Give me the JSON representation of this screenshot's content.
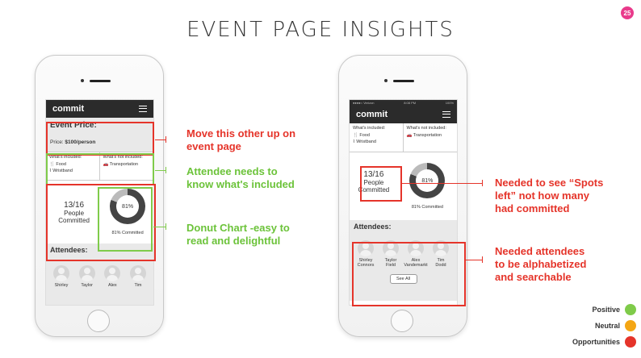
{
  "slide": {
    "title": "EVENT PAGE INSIGHTS",
    "page_number": "25"
  },
  "left_phone": {
    "app_name": "commit",
    "event_price_heading": "Event Price:",
    "price_label": "Price: ",
    "price_value": "$100/person",
    "included_heading": "What's included:",
    "included_items": [
      "Food",
      "Wristband"
    ],
    "not_included_heading": "What's not included:",
    "not_included_items": [
      "Transportation"
    ],
    "committed_count": "13/16",
    "committed_label_1": "People",
    "committed_label_2": "Committed",
    "donut_value": "81%",
    "donut_fraction": 0.81,
    "donut_caption": "81% Committed",
    "attendees_heading": "Attendees:",
    "attendee_names": [
      "Shirley",
      "Taylor",
      "Alex",
      "Tim"
    ]
  },
  "right_phone": {
    "app_name": "commit",
    "status_carrier": "●●●●○ Verizon",
    "status_time": "8:08 PM",
    "status_battery": "100%",
    "included_heading": "What's included:",
    "included_items": [
      "Food",
      "Wristband"
    ],
    "not_included_heading": "What's not included:",
    "not_included_items": [
      "Transportation"
    ],
    "committed_count": "13/16",
    "committed_label_1": "People",
    "committed_label_2": "Committed",
    "donut_value": "81%",
    "donut_fraction": 0.81,
    "donut_caption": "81% Committed",
    "attendees_heading": "Attendees:",
    "attendees": [
      {
        "first": "Shirley",
        "last": "Connors"
      },
      {
        "first": "Taylor",
        "last": "Field"
      },
      {
        "first": "Alex",
        "last": "Vandemarkt"
      },
      {
        "first": "Tim",
        "last": "Dodd"
      }
    ],
    "see_all_label": "See All"
  },
  "annotations": {
    "move_price": [
      "Move this other up on",
      "event page"
    ],
    "attendee_included": [
      "Attendee needs to",
      "know what's included"
    ],
    "donut_chart": [
      "Donut Chart -easy to",
      "read and delightful"
    ],
    "spots_left": [
      "Needed to see “Spots",
      "left” not how many",
      "had committed"
    ],
    "alphabetized": [
      "Needed attendees",
      "to be alphabetized",
      "and searchable"
    ]
  },
  "legend": [
    {
      "label": "Positive",
      "color": "#7fcb4a"
    },
    {
      "label": "Neutral",
      "color": "#f4a614"
    },
    {
      "label": "Opportunities",
      "color": "#e5342a"
    }
  ],
  "colors": {
    "positive": "#7fcb4a",
    "neutral": "#f4a614",
    "opportunity": "#e5342a",
    "accent": "#e93a8b"
  }
}
